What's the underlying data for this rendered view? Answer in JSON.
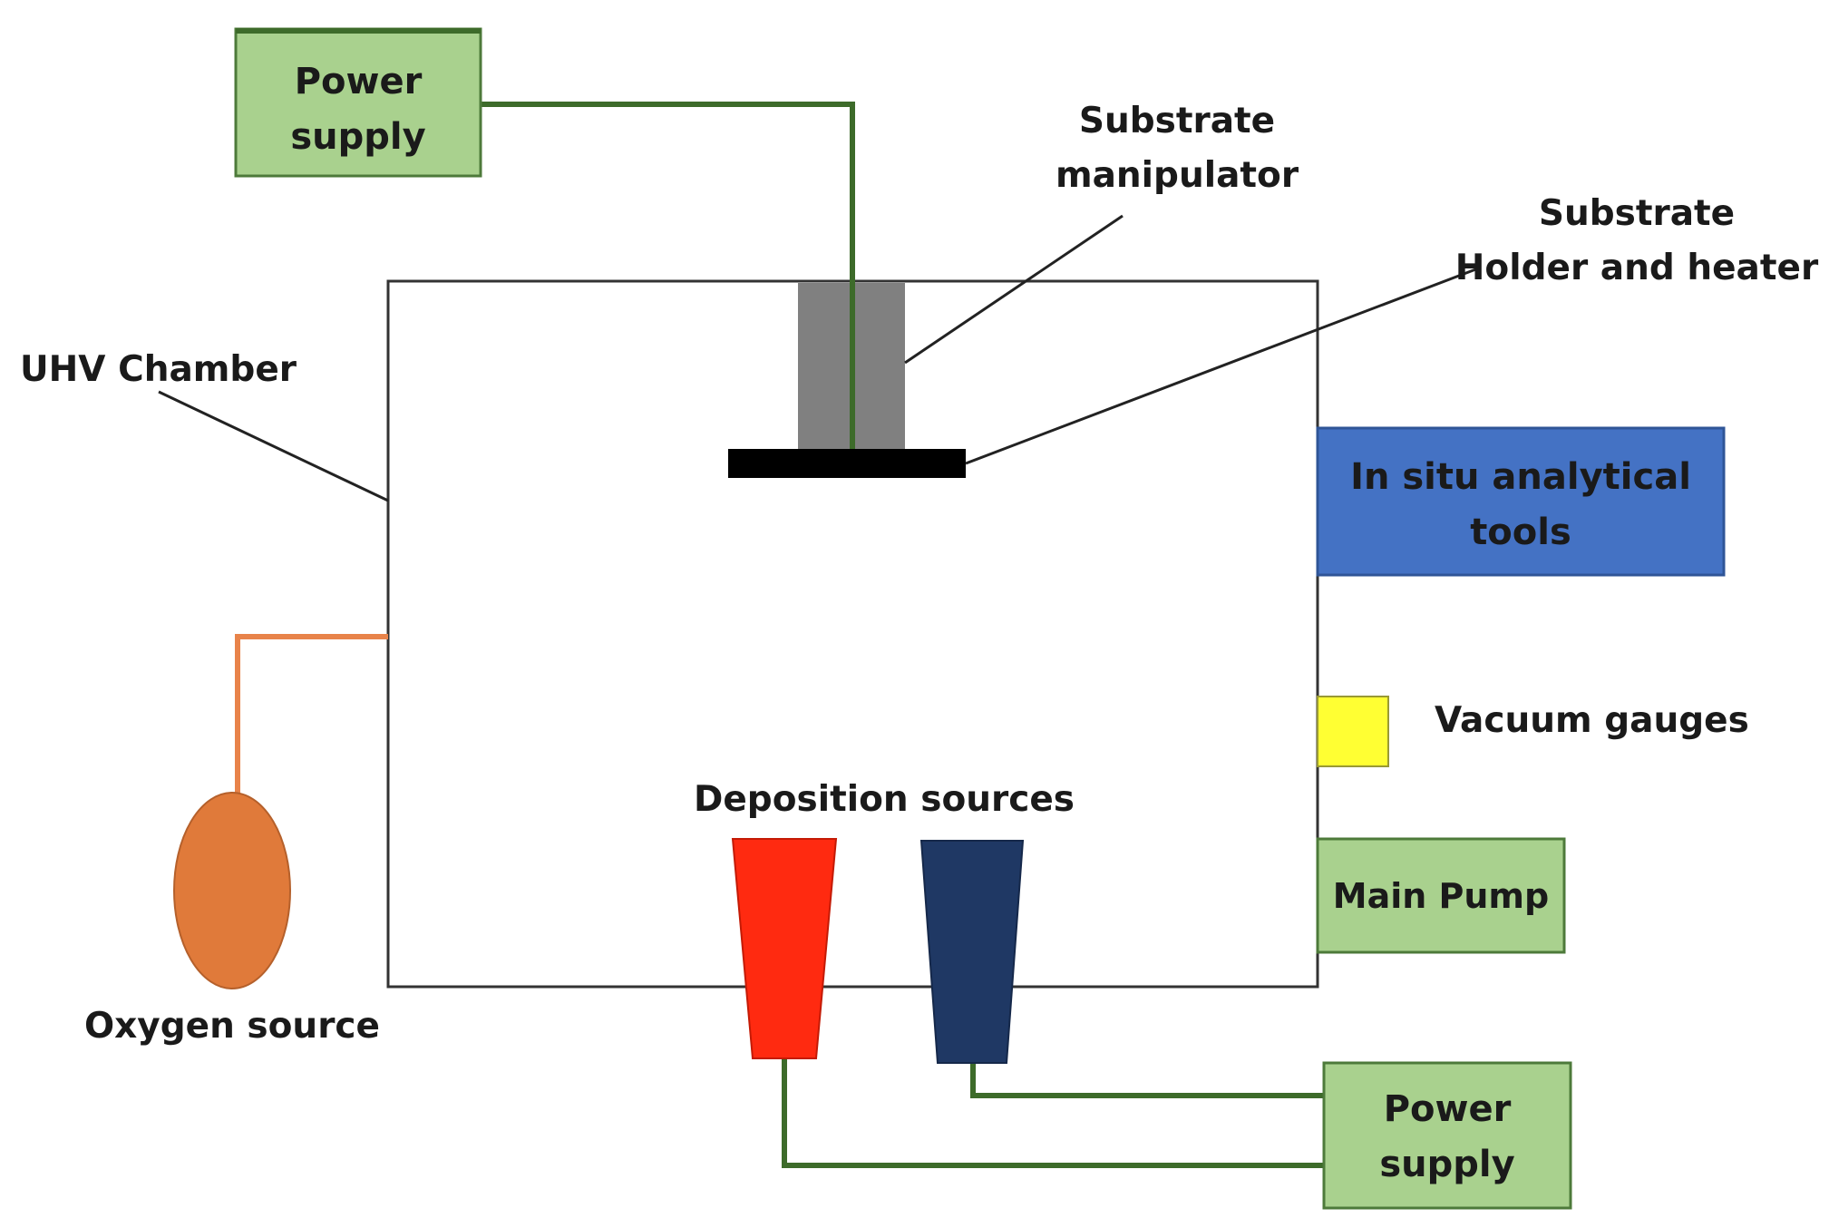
{
  "labels": {
    "power_supply_top": [
      "Power",
      "supply"
    ],
    "substrate_manipulator": [
      "Substrate",
      "manipulator"
    ],
    "substrate_holder": [
      "Substrate",
      "Holder and heater"
    ],
    "uhv_chamber": "UHV Chamber",
    "in_situ_tools": [
      "In situ analytical",
      "tools"
    ],
    "vacuum_gauges": "Vacuum gauges",
    "deposition_sources": "Deposition sources",
    "main_pump": "Main Pump",
    "oxygen_source": "Oxygen source",
    "power_supply_bottom": [
      "Power",
      "supply"
    ]
  },
  "colors": {
    "power_supply_fill": "#a9d18e",
    "power_supply_stroke": "#4d7a3a",
    "wire": "#3d6b2a",
    "oxygen_line": "#e8834a",
    "oxygen_source": "#e07a3a",
    "in_situ_fill": "#4472c4",
    "vacuum_gauge_fill": "#ffff33",
    "main_pump_fill": "#a9d18e",
    "manipulator": "#808080",
    "holder": "#000000",
    "source_red": "#ff2a10",
    "source_navy": "#1f3864",
    "chamber_stroke": "#333333"
  }
}
